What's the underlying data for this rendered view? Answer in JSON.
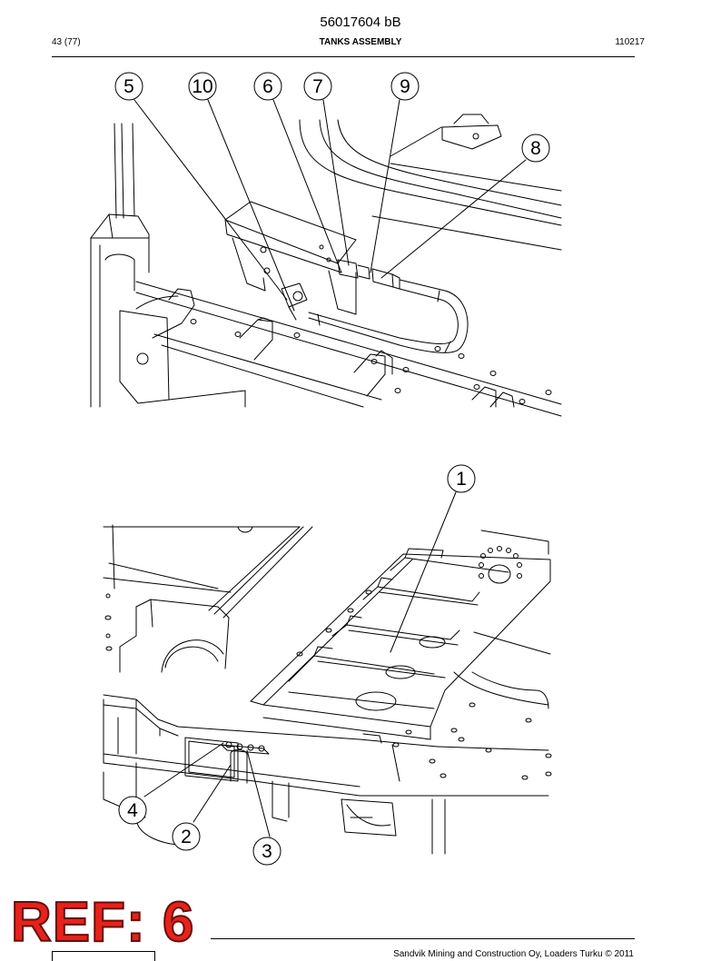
{
  "header": {
    "doc_number": "56017604 bB",
    "page": "43 (77)",
    "title": "TANKS ASSEMBLY",
    "date": "110217"
  },
  "drawing_top": {
    "callouts": [
      "5",
      "10",
      "6",
      "7",
      "9",
      "8"
    ]
  },
  "drawing_bottom": {
    "callouts": [
      "1",
      "4",
      "2",
      "3"
    ]
  },
  "stamp": {
    "text": "REF: 6",
    "color": "#e5231b"
  },
  "footer": {
    "text": "Sandvik Mining and Construction Oy, Loaders Turku © 2011"
  }
}
